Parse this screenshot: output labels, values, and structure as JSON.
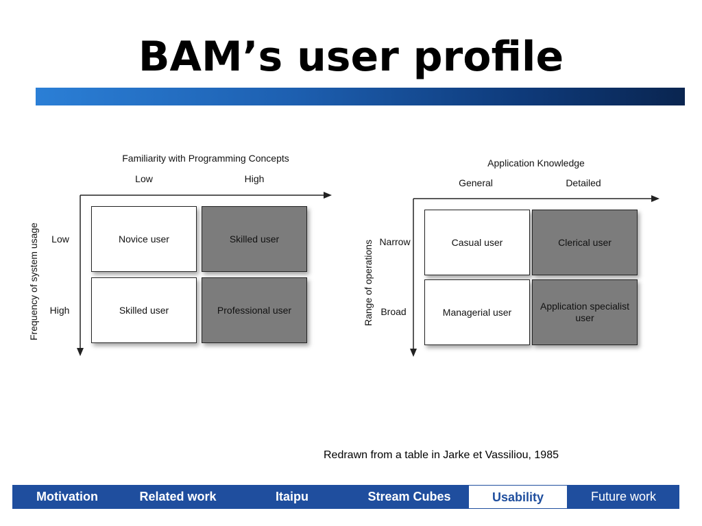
{
  "slide": {
    "title": "BAM’s user profile",
    "caption": "Redrawn from a table in Jarke et Vassiliou, 1985",
    "title_bar_color": "#1d5fb0"
  },
  "diagrams": [
    {
      "top_axis_title": "Familiarity with Programming Concepts",
      "col_labels": [
        "Low",
        "High"
      ],
      "side_axis_title": "Frequency of system usage",
      "row_labels": [
        "Low",
        "High"
      ],
      "cells": [
        {
          "label": "Novice user",
          "shade": "light"
        },
        {
          "label": "Skilled user",
          "shade": "dark"
        },
        {
          "label": "Skilled user",
          "shade": "light"
        },
        {
          "label": "Professional user",
          "shade": "dark"
        }
      ]
    },
    {
      "top_axis_title": "Application Knowledge",
      "col_labels": [
        "General",
        "Detailed"
      ],
      "side_axis_title": "Range of operations",
      "row_labels": [
        "Narrow",
        "Broad"
      ],
      "cells": [
        {
          "label": "Casual user",
          "shade": "light"
        },
        {
          "label": "Clerical user",
          "shade": "dark"
        },
        {
          "label": "Managerial user",
          "shade": "light"
        },
        {
          "label": "Application specialist user",
          "shade": "dark"
        }
      ]
    }
  ],
  "nav": {
    "items": [
      {
        "label": "Motivation",
        "active": false
      },
      {
        "label": "Related work",
        "active": false
      },
      {
        "label": "Itaipu",
        "active": false
      },
      {
        "label": "Stream Cubes",
        "active": false
      },
      {
        "label": "Usability",
        "active": true
      },
      {
        "label": "Future work",
        "active": false
      }
    ],
    "bar_color": "#1f4e9e"
  }
}
